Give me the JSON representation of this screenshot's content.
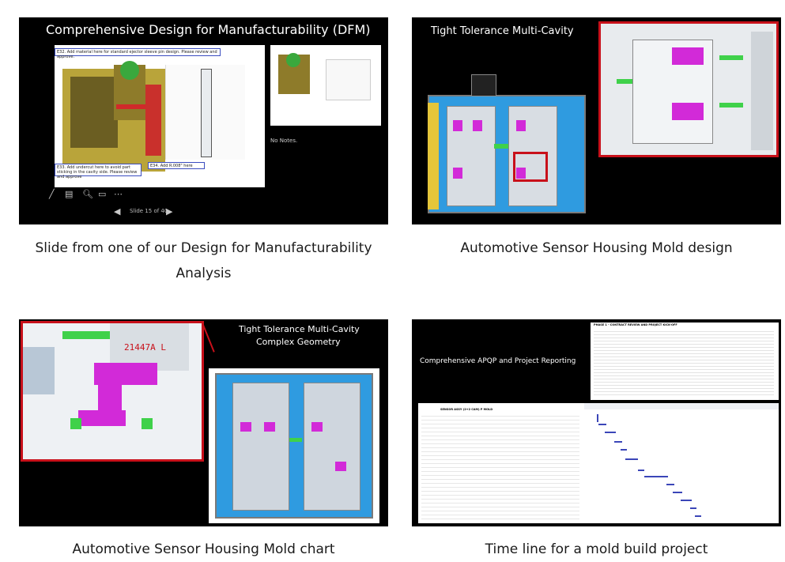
{
  "tiles": [
    {
      "id": "dfm",
      "title": "Comprehensive Design for Manufacturability (DFM)",
      "notes": [
        "E32. Add material here for standard ejector sleeve pin design.  Please review and approve.",
        "E33. Add undercut here to avoid part sticking in the cavity side.  Please review and approve",
        "E34. Add R.008\" here"
      ],
      "side_text": "No Notes.",
      "slide_counter": "Slide 15 of 40",
      "caption_line1": "Slide from one of our Design for Manufacturability",
      "caption_line2": "Analysis"
    },
    {
      "id": "mold-design",
      "title": "Tight Tolerance Multi-Cavity",
      "caption": "Automotive Sensor Housing Mold design"
    },
    {
      "id": "mold-chart",
      "title_line1": "Tight Tolerance Multi-Cavity",
      "title_line2": "Complex Geometry",
      "part_number": "21447A  L",
      "caption": "Automotive Sensor Housing Mold chart"
    },
    {
      "id": "timeline",
      "title": "Comprehensive APQP and Project Reporting",
      "report_header": "PHASE 1 - CONTRACT REVIEW AND PROJECT KICK-OFF",
      "task_header": "SENSOR ASSY (2+2 CAM) P MOLD",
      "caption": "Time line for a mold build project"
    }
  ],
  "colors": {
    "tile_bg": "#000000",
    "highlight_red": "#c8101a",
    "mold_blue": "#2f9be0",
    "part_magenta": "#d22ad8",
    "accent_green": "#3fd14a",
    "gantt_bar": "#3b46b8"
  },
  "icons": [
    "pen-icon",
    "slides-icon",
    "search-icon",
    "monitor-icon",
    "more-icon",
    "prev-icon",
    "next-icon"
  ]
}
